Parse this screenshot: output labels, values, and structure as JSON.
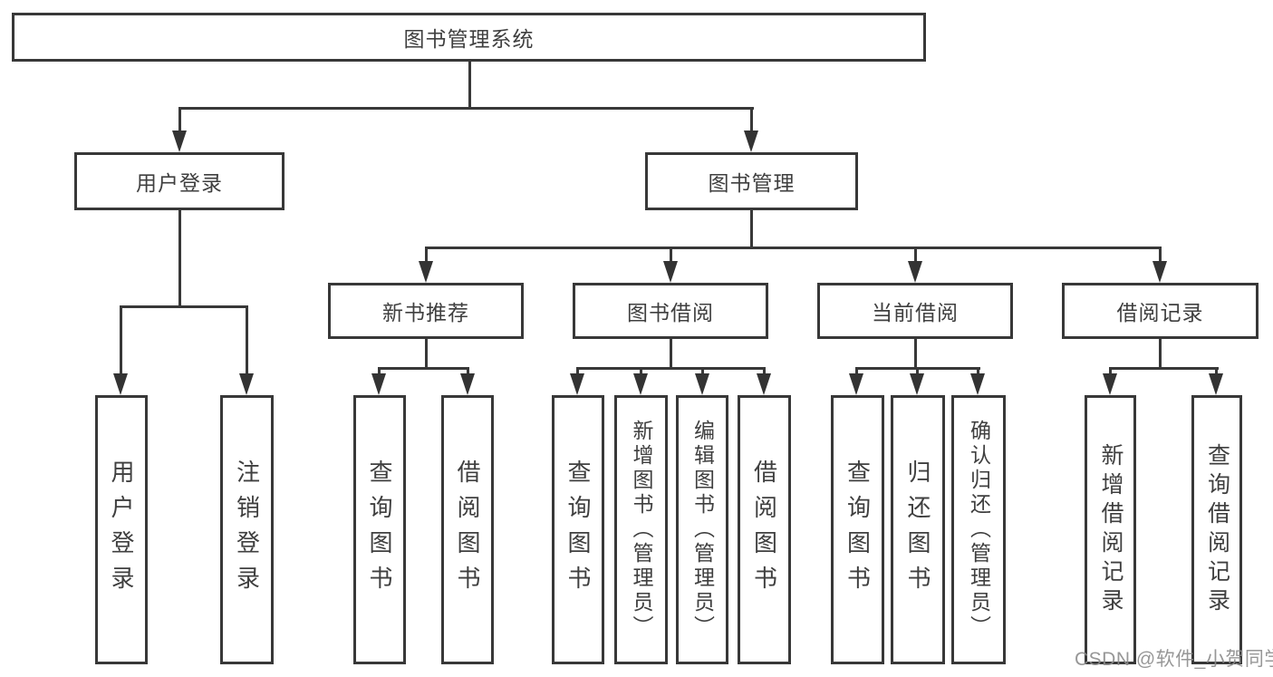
{
  "root": {
    "label": "图书管理系统"
  },
  "level2": [
    {
      "label": "用户登录"
    },
    {
      "label": "图书管理"
    }
  ],
  "level3": [
    {
      "label": "新书推荐"
    },
    {
      "label": "图书借阅"
    },
    {
      "label": "当前借阅"
    },
    {
      "label": "借阅记录"
    }
  ],
  "leaves": [
    {
      "label": "用户登录"
    },
    {
      "label": "注销登录"
    },
    {
      "label": "查询图书"
    },
    {
      "label": "借阅图书"
    },
    {
      "label": "查询图书"
    },
    {
      "label": "新增图书（管理员）"
    },
    {
      "label": "编辑图书（管理员）"
    },
    {
      "label": "借阅图书"
    },
    {
      "label": "查询图书"
    },
    {
      "label": "归还图书"
    },
    {
      "label": "确认归还（管理员）"
    },
    {
      "label": "新增借阅记录"
    },
    {
      "label": "查询借阅记录"
    }
  ],
  "watermark": {
    "text": "CSDN @软件_小贺同学"
  },
  "colors": {
    "line": "#383838",
    "border": "#383838",
    "text": "#3f3f3f",
    "watermark": "#8c8c8c",
    "background": "#ffffff"
  }
}
